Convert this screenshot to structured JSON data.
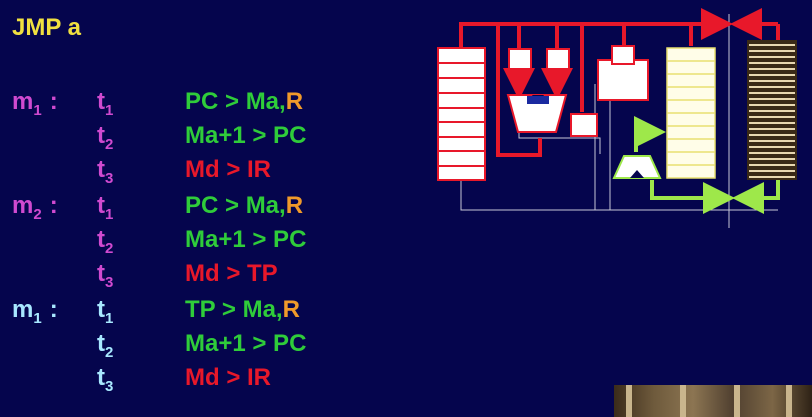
{
  "title": "JMP a",
  "colors": {
    "background": "#05054d",
    "title": "#f0e040",
    "step_pink": "#d04ad0",
    "step_cyan": "#a8e8ff",
    "green": "#2fcc3a",
    "red": "#e8182a",
    "orange": "#f09a2a"
  },
  "rows": [
    {
      "m": "m",
      "msub": "1",
      "colon": ":",
      "t": "t",
      "tsub": "1",
      "op": "PC > Ma,",
      "op_extra": "R"
    },
    {
      "m": "",
      "msub": "",
      "colon": "",
      "t": "t",
      "tsub": "2",
      "op": "Ma+1 > PC",
      "op_extra": ""
    },
    {
      "m": "",
      "msub": "",
      "colon": "",
      "t": "t",
      "tsub": "3",
      "op": "Md > IR",
      "op_extra": ""
    },
    {
      "m": "m",
      "msub": "2",
      "colon": ":",
      "t": "t",
      "tsub": "1",
      "op": "PC > Ma,",
      "op_extra": "R"
    },
    {
      "m": "",
      "msub": "",
      "colon": "",
      "t": "t",
      "tsub": "2",
      "op": "Ma+1 > PC",
      "op_extra": ""
    },
    {
      "m": "",
      "msub": "",
      "colon": "",
      "t": "t",
      "tsub": "3",
      "op": "Md > TP",
      "op_extra": ""
    },
    {
      "m": "m",
      "msub": "1",
      "colon": ":",
      "t": "t",
      "tsub": "1",
      "op": "TP > Ma,",
      "op_extra": "R"
    },
    {
      "m": "",
      "msub": "",
      "colon": "",
      "t": "t",
      "tsub": "2",
      "op": "Ma+1 > PC",
      "op_extra": ""
    },
    {
      "m": "",
      "msub": "",
      "colon": "",
      "t": "t",
      "tsub": "3",
      "op": "Md > IR",
      "op_extra": ""
    }
  ]
}
